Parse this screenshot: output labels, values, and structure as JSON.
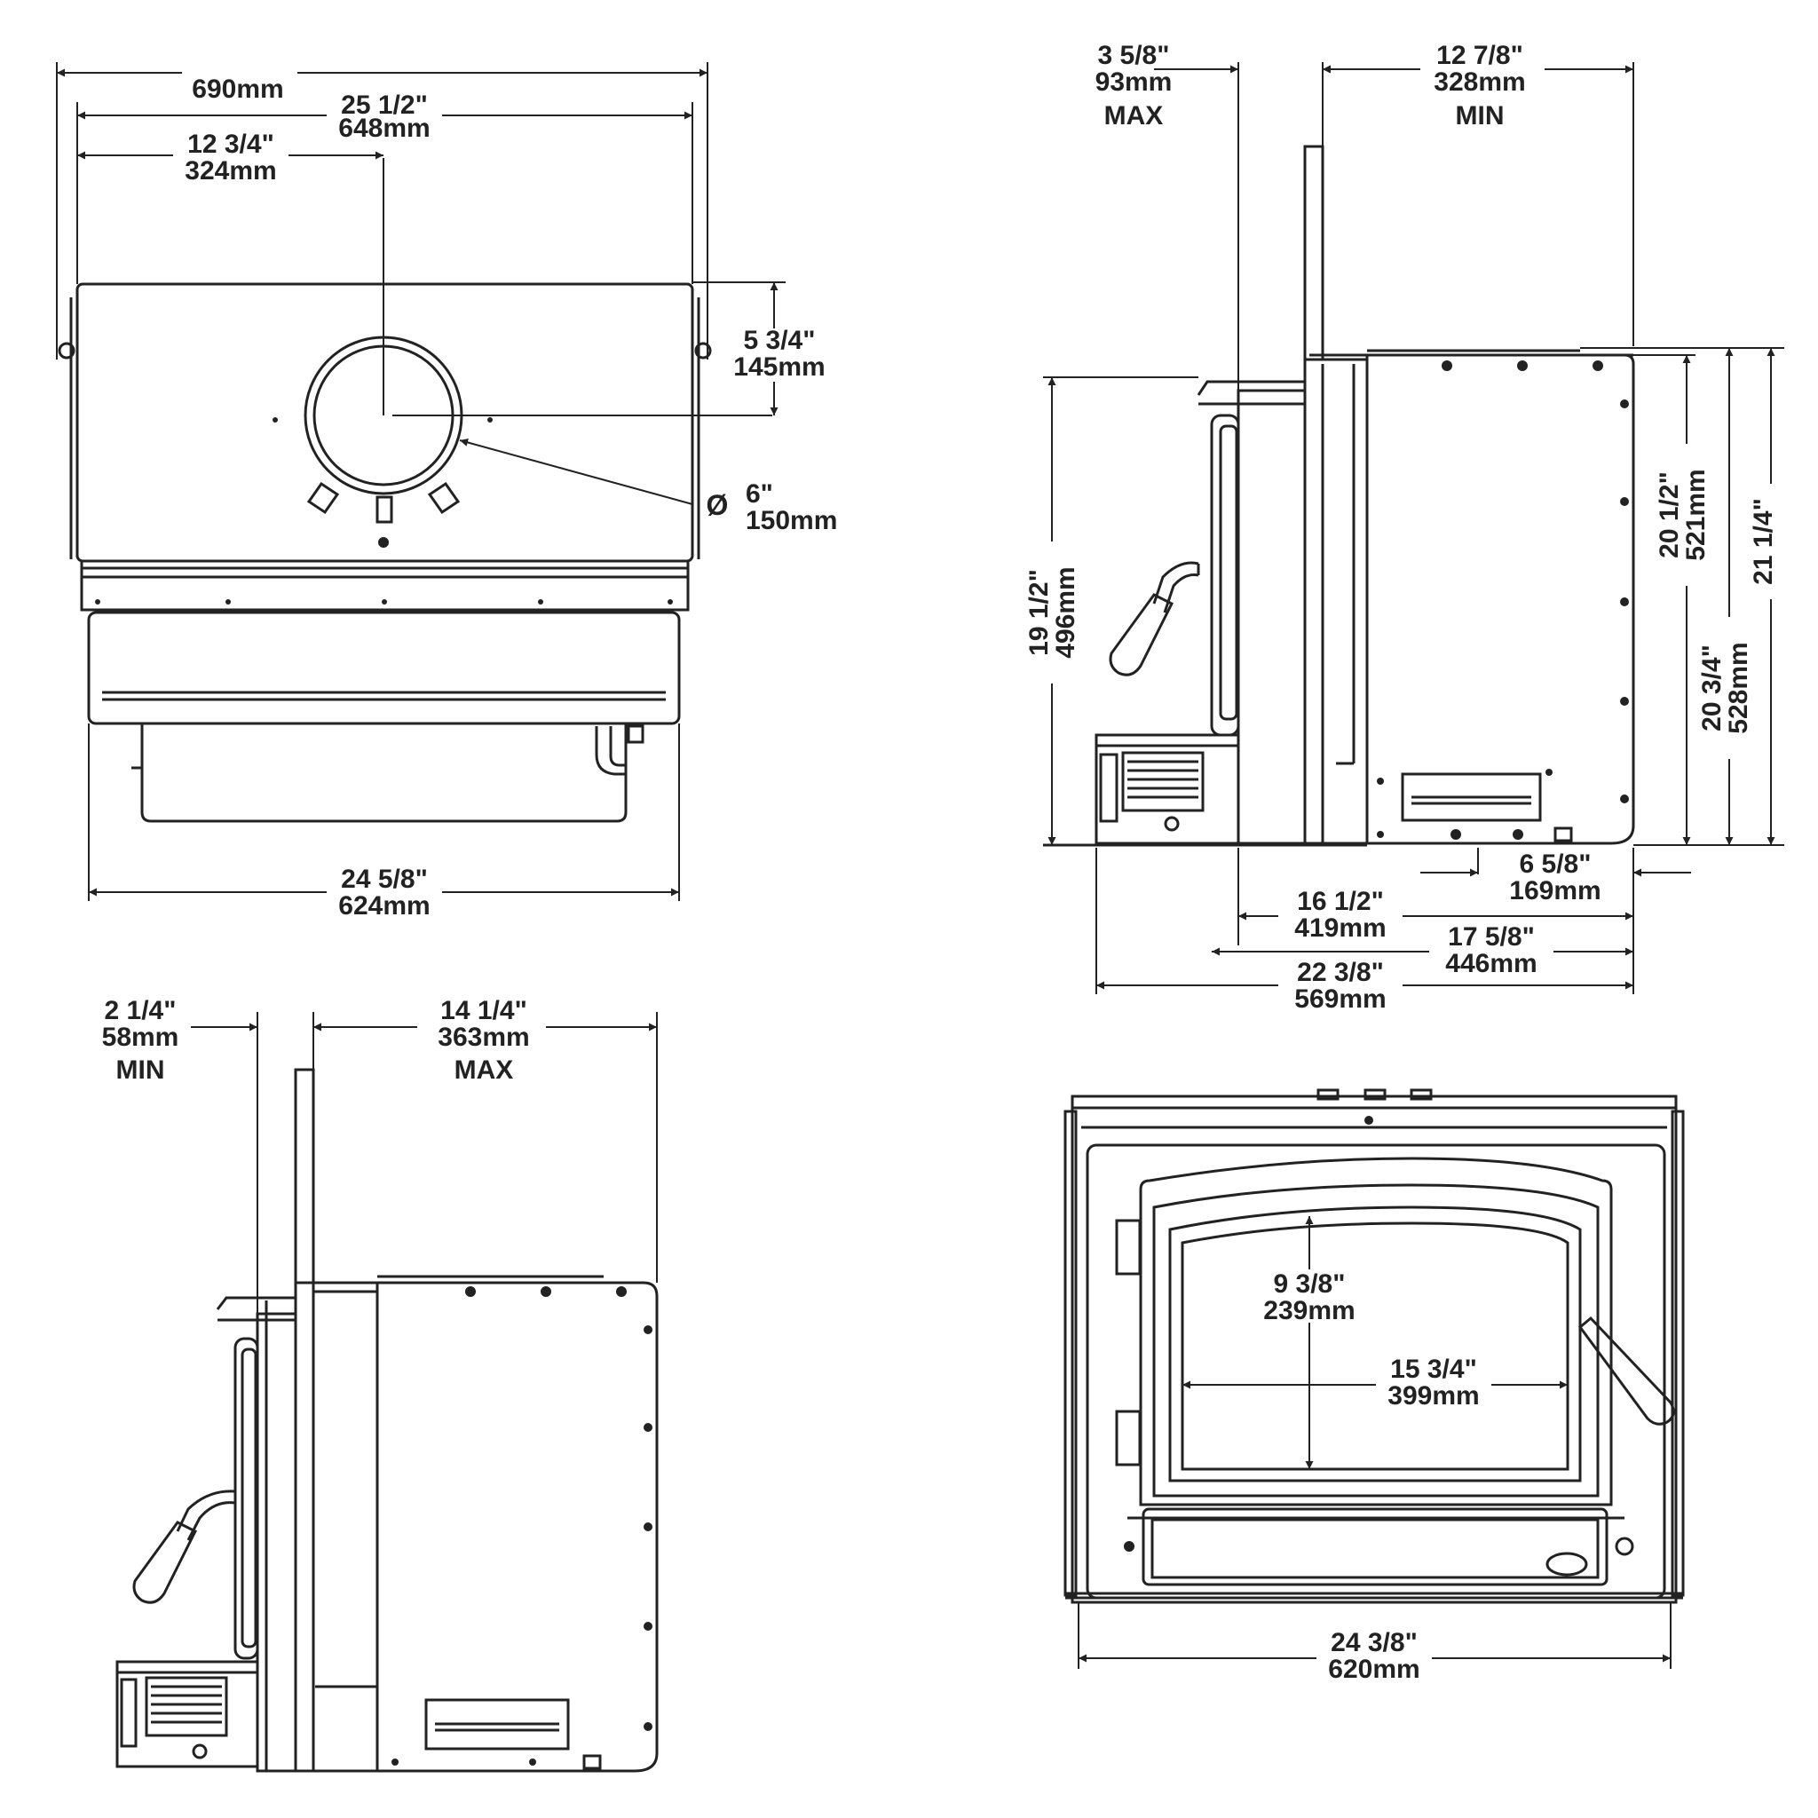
{
  "top_view": {
    "overall_width": [
      "690mm"
    ],
    "flue_plate_width": [
      "25 1/2\"",
      "648mm"
    ],
    "flue_center_offset": [
      "12 3/4\"",
      "324mm"
    ],
    "flue_depth_offset": [
      "5 3/4\"",
      "145mm"
    ],
    "flue_diameter": [
      "Ø",
      "6\"",
      "150mm"
    ],
    "body_width": [
      "24 5/8\"",
      "624mm"
    ]
  },
  "side_view_upper": {
    "faceplate_clearance_max": [
      "3 5/8\"",
      "93mm",
      "MAX"
    ],
    "rear_depth_min": [
      "12 7/8\"",
      "328mm",
      "MIN"
    ],
    "front_height": [
      "19 1/2\"",
      "496mm"
    ],
    "height_a": [
      "20 1/2\"",
      "521mm"
    ],
    "height_b": [
      "20 3/4\"",
      "528mm"
    ],
    "height_c": [
      "21 1/4\""
    ],
    "rear_offset": [
      "6 5/8\"",
      "169mm"
    ],
    "depth_a": [
      "16 1/2\"",
      "419mm"
    ],
    "depth_b": [
      "17 5/8\"",
      "446mm"
    ],
    "depth_overall": [
      "22 3/8\"",
      "569mm"
    ]
  },
  "side_view_lower": {
    "faceplate_clearance_min": [
      "2 1/4\"",
      "58mm",
      "MIN"
    ],
    "rear_depth_max": [
      "14 1/4\"",
      "363mm",
      "MAX"
    ]
  },
  "front_view": {
    "glass_height": [
      "9 3/8\"",
      "239mm"
    ],
    "glass_width": [
      "15 3/4\"",
      "399mm"
    ],
    "overall_width": [
      "24 3/8\"",
      "620mm"
    ]
  }
}
